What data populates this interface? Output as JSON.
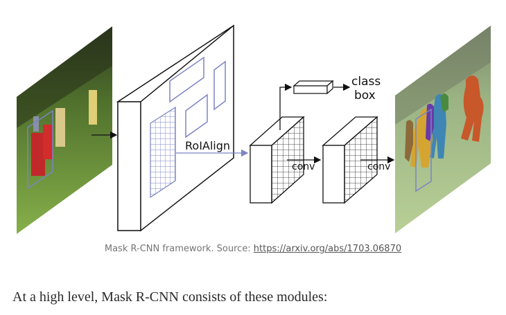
{
  "diagram": {
    "roialign_label": "RoIAlign",
    "conv_label_1": "conv",
    "conv_label_2": "conv",
    "class_label": "class",
    "box_label": "box"
  },
  "caption": {
    "prefix": "Mask R-CNN framework. Source: ",
    "link_text": "https://arxiv.org/abs/1703.06870"
  },
  "paragraph": "At a high level, Mask R-CNN consists of these modules:",
  "colors": {
    "roi_blue": "#7b84c4",
    "grass": "#6f9c3c",
    "link": "#555555"
  }
}
